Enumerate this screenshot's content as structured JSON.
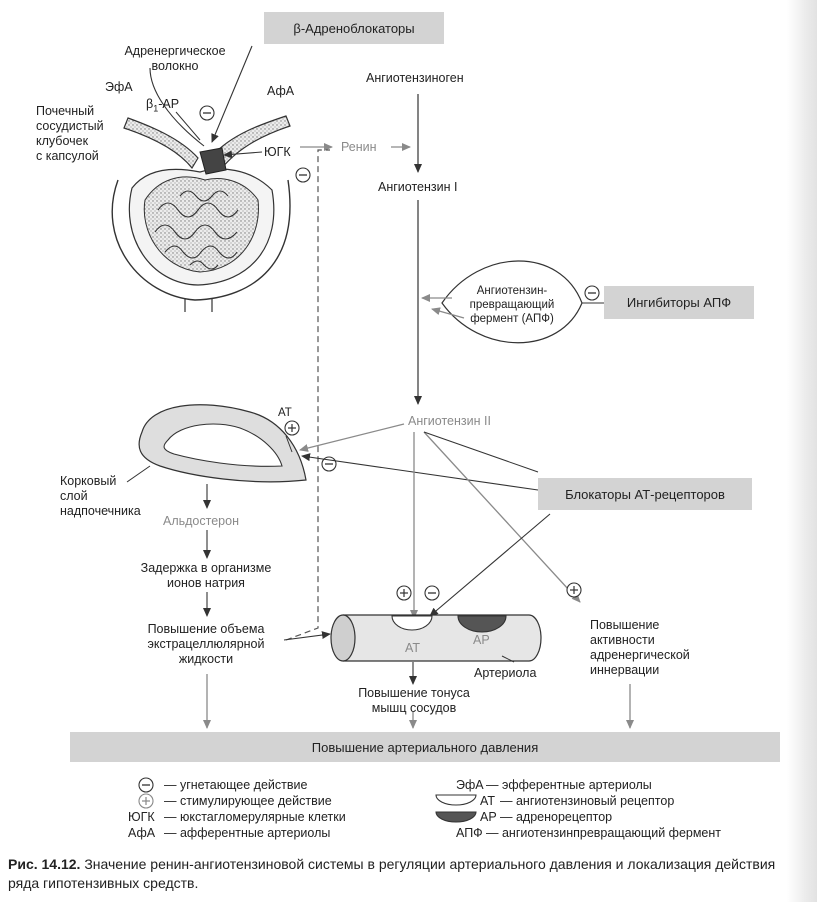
{
  "boxes": {
    "beta_blockers": "β-Адреноблокаторы",
    "ace_inhibitors": "Ингибиторы АПФ",
    "at_blockers": "Блокаторы АТ-рецепторов",
    "bp_increase": "Повышение артериального давления"
  },
  "kidney": {
    "adrenergic_fiber": [
      "Адренергическое",
      "волокно"
    ],
    "efa": "ЭфА",
    "b1ar_prefix": "β",
    "b1ar_sub": "1",
    "b1ar_suffix": "-АР",
    "afa": "АфА",
    "glomerulus": [
      "Почечный",
      "сосудистый",
      "клубочек",
      "с капсулой"
    ],
    "jga": "ЮГК",
    "renin": "Ренин"
  },
  "cascade": {
    "angiotensinogen": "Ангиотензиноген",
    "angiotensin1": "Ангиотензин I",
    "ace_enzyme": [
      "Ангиотензин-",
      "превращающий",
      "фермент (АПФ)"
    ],
    "angiotensin2": "Ангиотензин II"
  },
  "adrenal": {
    "at": "АТ",
    "cortex": [
      "Корковый",
      "слой",
      "надпочечника"
    ],
    "aldosterone": "Альдостерон",
    "sodium": [
      "Задержка в организме",
      "ионов натрия"
    ],
    "ecf": [
      "Повышение объема",
      "экстрацеллюлярной",
      "жидкости"
    ]
  },
  "arteriole": {
    "at": "АТ",
    "ar": "АР",
    "name": "Артериола",
    "tone": [
      "Повышение тонуса",
      "мышц сосудов"
    ],
    "adrenergic": [
      "Повышение",
      "активности",
      "адренергической",
      "иннервации"
    ]
  },
  "legend": {
    "minus": "— угнетающее действие",
    "plus": "— стимулирующее действие",
    "jga_abbr": "ЮГК",
    "jga_desc": "— юкстагломерулярные клетки",
    "afa_abbr": "АфА",
    "afa_desc": "— афферентные артериолы",
    "efa_abbr": "ЭфА",
    "efa_desc": "— эфферентные артериолы",
    "at_abbr": "АТ",
    "at_desc": "— ангиотензиновый рецептор",
    "ar_abbr": "АР",
    "ar_desc": "— адренорецептор",
    "ace_abbr": "АПФ",
    "ace_desc": "— ангиотензинпревращающий фермент"
  },
  "caption": {
    "label": "Рис. 14.12.",
    "text": "Значение ренин-ангиотензиновой системы в регуляции артериального давления и локализация действия ряда гипотензивных средств."
  },
  "colors": {
    "box_fill": "#d3d3d3",
    "arrow": "#8a8a8a",
    "line": "#333333",
    "tissue": "#dedede"
  }
}
